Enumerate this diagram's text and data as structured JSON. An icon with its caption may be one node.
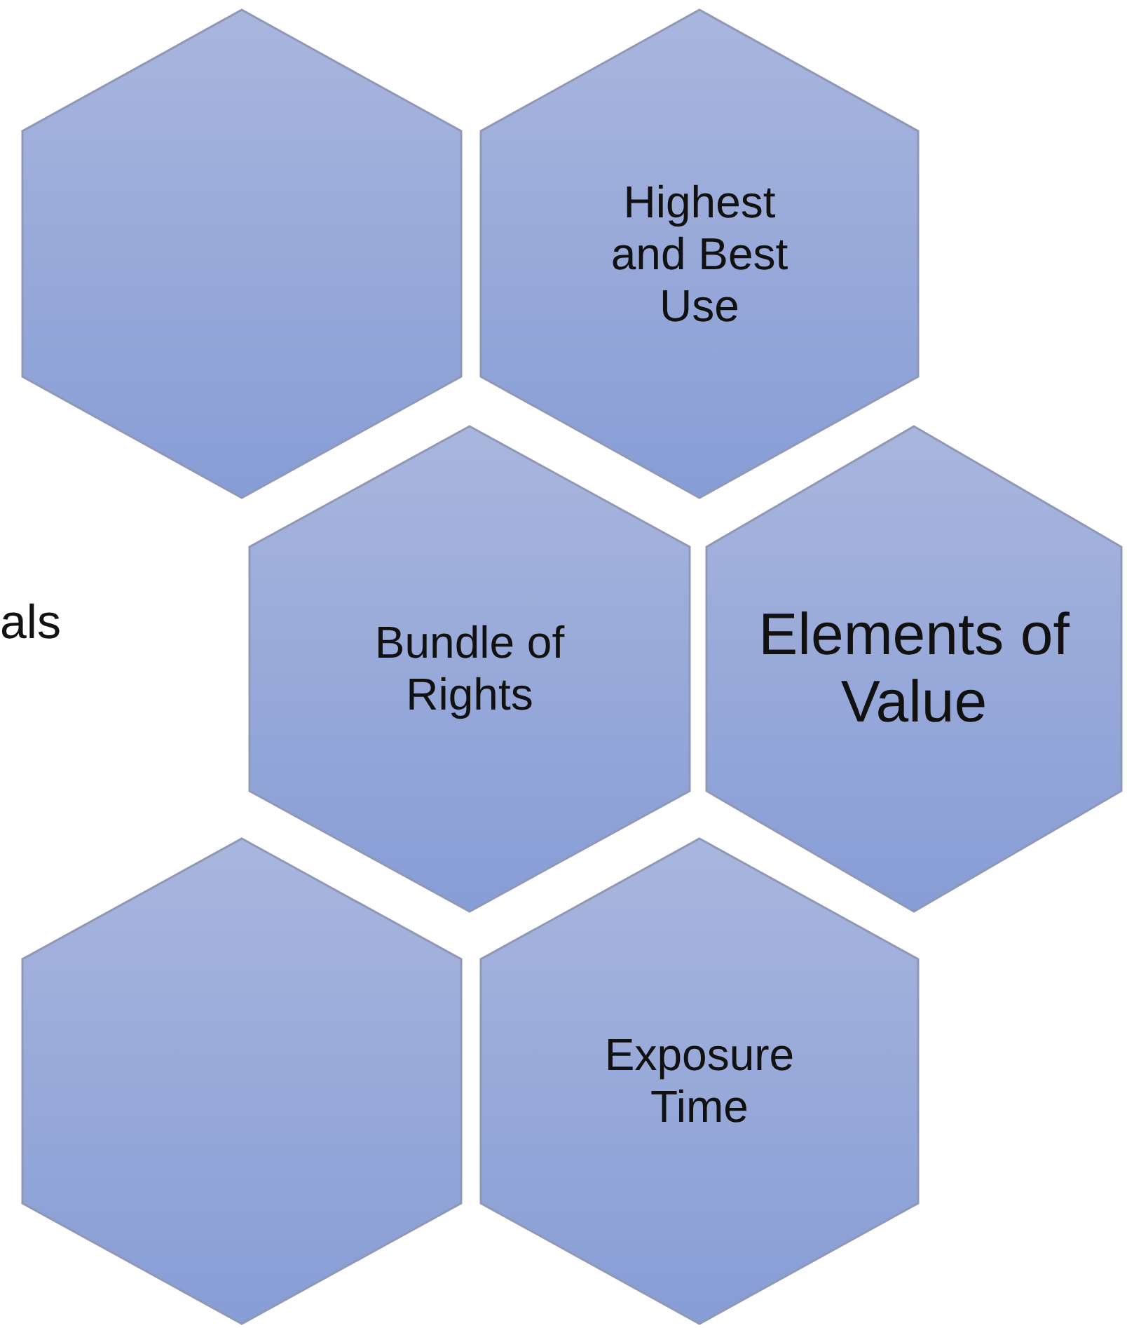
{
  "diagram": {
    "nodes": [
      {
        "text": [],
        "shape": "hexagon"
      },
      {
        "text": [
          "Highest and Best Use"
        ]
      },
      {
        "text": [
          "Bundle of Rights"
        ]
      },
      {
        "text": [
          "Elements of Value"
        ]
      },
      {
        "text": [],
        "shape": "hexagon"
      },
      {
        "text": [
          "Exposure Time"
        ]
      }
    ],
    "labels": [
      "als"
    ]
  }
}
